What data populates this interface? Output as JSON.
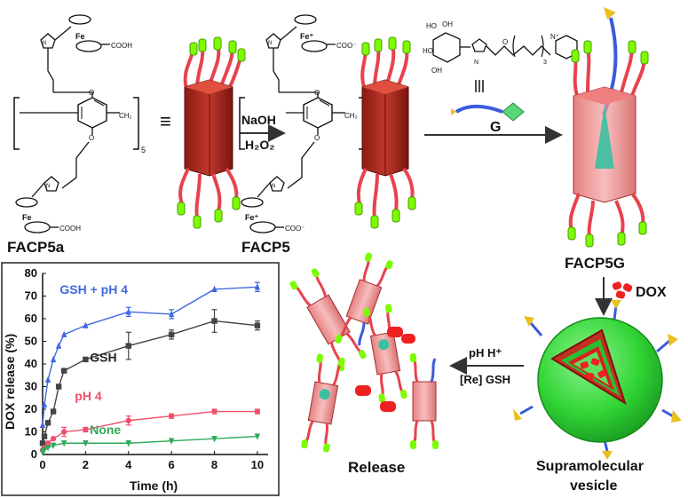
{
  "labels": {
    "facp5a": "FACP5a",
    "facp5": "FACP5",
    "facp5g": "FACP5G",
    "dox": "DOX",
    "release": "Release",
    "vesicle_line1": "Supramolecular",
    "vesicle_line2": "vesicle"
  },
  "arrows": {
    "naoh": "NaOH",
    "h2o2": "H₂O₂",
    "g": "G",
    "ph_h": "pH H⁺",
    "re_gsh": "[Re] GSH"
  },
  "chem": {
    "cooh": "COOH",
    "coo_minus": "COO⁻",
    "fe": "Fe",
    "fe_plus": "Fe⁺",
    "ch2": "CH₂",
    "n_repeat": "5",
    "n3": "3",
    "equiv": "≡",
    "oh": "OH",
    "ho": "HO",
    "o": "O",
    "n": "N",
    "n_plus": "N⁺"
  },
  "colors": {
    "gsh_ph4": "#4169e1",
    "gsh": "#444444",
    "ph4": "#f0506e",
    "none": "#2eaa5a",
    "cube": "#c0392b",
    "tail_red": "#e8424e",
    "tail_blue": "#3b5bdc",
    "green_cap": "#7cfc00",
    "vesicle_green": "#33e53a",
    "dox_red": "#ee2020"
  },
  "chart_data": {
    "type": "line",
    "xlabel": "Time (h)",
    "ylabel": "DOX release (%)",
    "xlim": [
      0,
      10.5
    ],
    "ylim": [
      0,
      80
    ],
    "xticks": [
      0,
      2,
      4,
      6,
      8,
      10
    ],
    "yticks": [
      0,
      10,
      20,
      30,
      40,
      50,
      60,
      70,
      80
    ],
    "series": [
      {
        "name": "GSH + pH 4",
        "marker": "triangle-up",
        "x": [
          0,
          0.083,
          0.25,
          0.5,
          0.75,
          1,
          2,
          4,
          6,
          8,
          10
        ],
        "y": [
          13,
          22,
          33,
          42,
          48,
          53,
          57,
          63,
          62,
          73,
          74
        ],
        "err": [
          0,
          0,
          0,
          0,
          0,
          0,
          0,
          2,
          2,
          0,
          2
        ]
      },
      {
        "name": "GSH",
        "marker": "square",
        "x": [
          0,
          0.083,
          0.25,
          0.5,
          0.75,
          1,
          2,
          4,
          6,
          8,
          10
        ],
        "y": [
          5,
          8,
          14,
          19,
          30,
          37,
          42,
          48,
          53,
          59,
          57
        ],
        "err": [
          0,
          0,
          0,
          0,
          0,
          0,
          0,
          6,
          2,
          5,
          2
        ]
      },
      {
        "name": "pH 4",
        "marker": "circle",
        "x": [
          0,
          0.083,
          0.25,
          0.5,
          1,
          2,
          4,
          6,
          8,
          10
        ],
        "y": [
          2,
          3,
          5,
          7,
          10,
          11,
          15,
          17,
          19,
          19
        ],
        "err": [
          0,
          0,
          0,
          0,
          2,
          1,
          2,
          1,
          1,
          1
        ]
      },
      {
        "name": "None",
        "marker": "triangle-down",
        "x": [
          0,
          0.083,
          0.25,
          0.5,
          1,
          2,
          4,
          6,
          8,
          10
        ],
        "y": [
          1,
          2,
          3,
          4,
          5,
          5,
          5,
          6,
          7,
          8
        ],
        "err": [
          0,
          0,
          0,
          0,
          0,
          0,
          0,
          0,
          0,
          0
        ]
      }
    ]
  }
}
